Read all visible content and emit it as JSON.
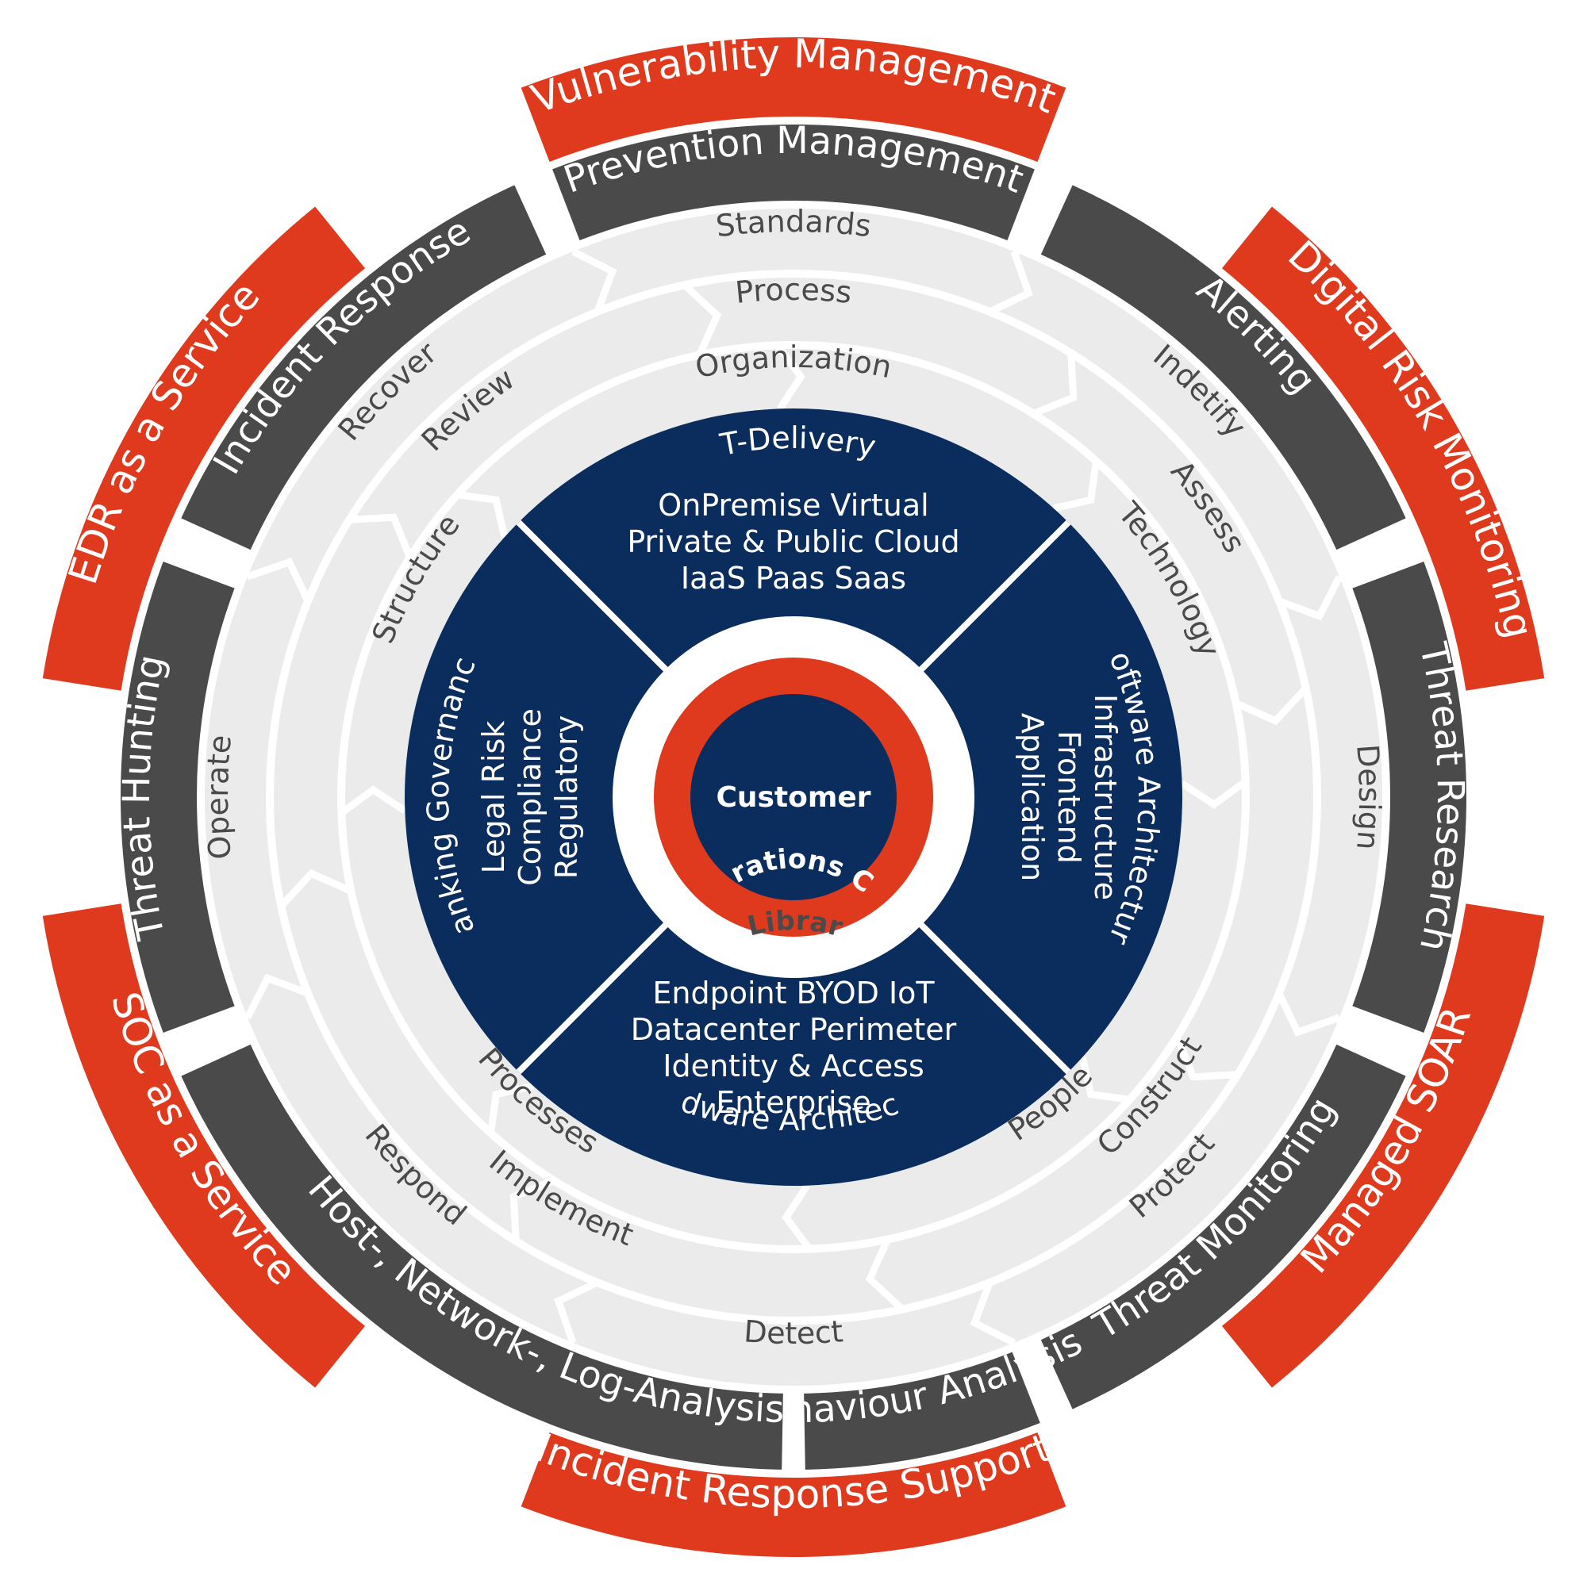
{
  "colors": {
    "accent_red": "#e03a1e",
    "dark_grey": "#4a4a4a",
    "light_grey": "#ebebeb",
    "navy": "#0b2d5e",
    "white": "#ffffff"
  },
  "outer_ring": [
    "Vulnerability Management",
    "Digital Risk Monitoring",
    "Managed SOAR",
    "Incident Response Support",
    "SOC as a Service",
    "EDR as a Service"
  ],
  "service_ring": [
    "Prevention Management",
    "Alerting",
    "Threat Research",
    "Threat Monitoring",
    "Behaviour Analysis",
    "Host-, Network-, Log-Analysis",
    "Threat Hunting",
    "Incident Response"
  ],
  "cycle_ring": {
    "outer": [
      "Standards",
      "Indetify",
      "Design",
      "Protect",
      "Detect",
      "Respond",
      "Operate",
      "Recover"
    ],
    "middle": [
      "Process",
      "Assess",
      "Construct",
      "Implement",
      "Review"
    ],
    "inner": [
      "Organization",
      "Technology",
      "People",
      "Processes",
      "Structure"
    ]
  },
  "core_quadrants": {
    "top": {
      "title": "IT-Delivery",
      "lines": [
        "OnPremise Virtual",
        "Private & Public Cloud",
        "IaaS     Paas     Saas"
      ]
    },
    "right": {
      "title": "Software Architecture",
      "lines": [
        "Infrastructure",
        "Frontend",
        "Application"
      ]
    },
    "bottom": {
      "title": "Hardware Architecture",
      "lines": [
        "Endpoint     BYOD     IoT",
        "Datacenter  Perimeter",
        "Identity & Access",
        "Enterprise"
      ]
    },
    "left": {
      "title": "Banking Governance",
      "lines": [
        "Legal Risk",
        "Compliance",
        "Regulatory"
      ]
    }
  },
  "center_rings": {
    "library": "Finance Driven Use Case Library and Threat Intelligence",
    "soc": "Security Operations Center (SOC)",
    "customer": "Customer"
  }
}
